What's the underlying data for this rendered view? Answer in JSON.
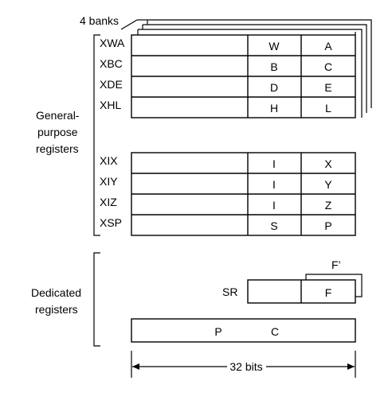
{
  "banks_label": "4 banks",
  "general_purpose": {
    "label_lines": [
      "General-",
      "purpose",
      "registers"
    ],
    "group1": [
      {
        "name": "XWA",
        "hi": "W",
        "lo": "A"
      },
      {
        "name": "XBC",
        "hi": "B",
        "lo": "C"
      },
      {
        "name": "XDE",
        "hi": "D",
        "lo": "E"
      },
      {
        "name": "XHL",
        "hi": "H",
        "lo": "L"
      }
    ],
    "group2": [
      {
        "name": "XIX",
        "hi": "I",
        "lo": "X"
      },
      {
        "name": "XIY",
        "hi": "I",
        "lo": "Y"
      },
      {
        "name": "XIZ",
        "hi": "I",
        "lo": "Z"
      },
      {
        "name": "XSP",
        "hi": "S",
        "lo": "P"
      }
    ]
  },
  "dedicated": {
    "label_lines": [
      "Dedicated",
      "registers"
    ],
    "sr_label": "SR",
    "f_label": "F",
    "f_prime_label": "F’",
    "pc_left": "P",
    "pc_right": "C"
  },
  "width_label": "32 bits"
}
